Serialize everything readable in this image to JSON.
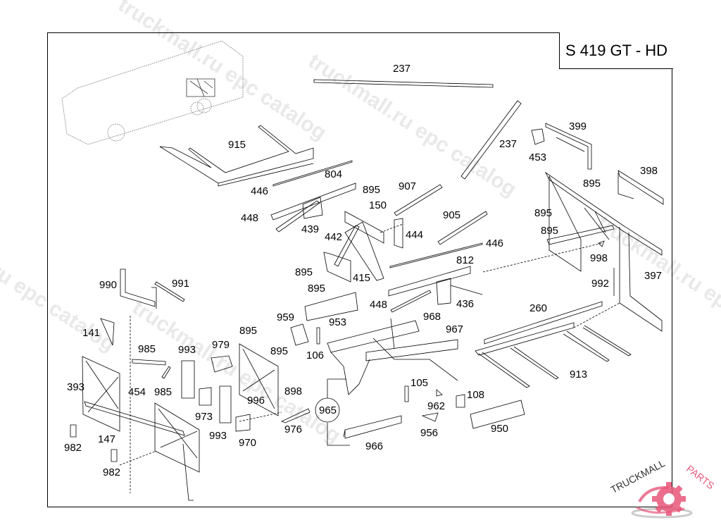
{
  "title": "S 419 GT - HD",
  "watermarks": [
    "truckmall.ru epc catalog",
    "truckmall.ru epc catalog",
    "truckmall.ru epc catalog",
    "truckmall.ru epc catalog"
  ],
  "logo": {
    "text_dark": "TRUCKMALL",
    "text_accent": "PARTS",
    "accent_color": "#e8577a"
  },
  "callouts": [
    {
      "id": "237a",
      "label": "237"
    },
    {
      "id": "237b",
      "label": "237"
    },
    {
      "id": "915",
      "label": "915"
    },
    {
      "id": "446a",
      "label": "446"
    },
    {
      "id": "804",
      "label": "804"
    },
    {
      "id": "895a",
      "label": "895"
    },
    {
      "id": "150",
      "label": "150"
    },
    {
      "id": "907",
      "label": "907"
    },
    {
      "id": "448a",
      "label": "448"
    },
    {
      "id": "439",
      "label": "439"
    },
    {
      "id": "442",
      "label": "442"
    },
    {
      "id": "444",
      "label": "444"
    },
    {
      "id": "905",
      "label": "905"
    },
    {
      "id": "446b",
      "label": "446"
    },
    {
      "id": "812",
      "label": "812"
    },
    {
      "id": "895b",
      "label": "895"
    },
    {
      "id": "895c",
      "label": "895"
    },
    {
      "id": "415",
      "label": "415"
    },
    {
      "id": "448b",
      "label": "448"
    },
    {
      "id": "436",
      "label": "436"
    },
    {
      "id": "399",
      "label": "399"
    },
    {
      "id": "453",
      "label": "453"
    },
    {
      "id": "398",
      "label": "398"
    },
    {
      "id": "895d",
      "label": "895"
    },
    {
      "id": "895e",
      "label": "895"
    },
    {
      "id": "895f",
      "label": "895"
    },
    {
      "id": "998",
      "label": "998"
    },
    {
      "id": "992",
      "label": "992"
    },
    {
      "id": "397",
      "label": "397"
    },
    {
      "id": "260",
      "label": "260"
    },
    {
      "id": "913",
      "label": "913"
    },
    {
      "id": "990",
      "label": "990"
    },
    {
      "id": "991",
      "label": "991"
    },
    {
      "id": "141",
      "label": "141"
    },
    {
      "id": "985a",
      "label": "985"
    },
    {
      "id": "985b",
      "label": "985"
    },
    {
      "id": "393",
      "label": "393"
    },
    {
      "id": "454",
      "label": "454"
    },
    {
      "id": "993a",
      "label": "993"
    },
    {
      "id": "993b",
      "label": "993"
    },
    {
      "id": "979",
      "label": "979"
    },
    {
      "id": "973",
      "label": "973"
    },
    {
      "id": "895g",
      "label": "895"
    },
    {
      "id": "895h",
      "label": "895"
    },
    {
      "id": "996",
      "label": "996"
    },
    {
      "id": "898",
      "label": "898"
    },
    {
      "id": "970",
      "label": "970"
    },
    {
      "id": "976",
      "label": "976"
    },
    {
      "id": "982a",
      "label": "982"
    },
    {
      "id": "982b",
      "label": "982"
    },
    {
      "id": "147",
      "label": "147"
    },
    {
      "id": "959",
      "label": "959"
    },
    {
      "id": "953",
      "label": "953"
    },
    {
      "id": "106",
      "label": "106"
    },
    {
      "id": "968",
      "label": "968"
    },
    {
      "id": "967",
      "label": "967"
    },
    {
      "id": "965",
      "label": "965"
    },
    {
      "id": "105",
      "label": "105"
    },
    {
      "id": "962",
      "label": "962"
    },
    {
      "id": "108",
      "label": "108"
    },
    {
      "id": "956",
      "label": "956"
    },
    {
      "id": "966",
      "label": "966"
    },
    {
      "id": "950",
      "label": "950"
    }
  ]
}
